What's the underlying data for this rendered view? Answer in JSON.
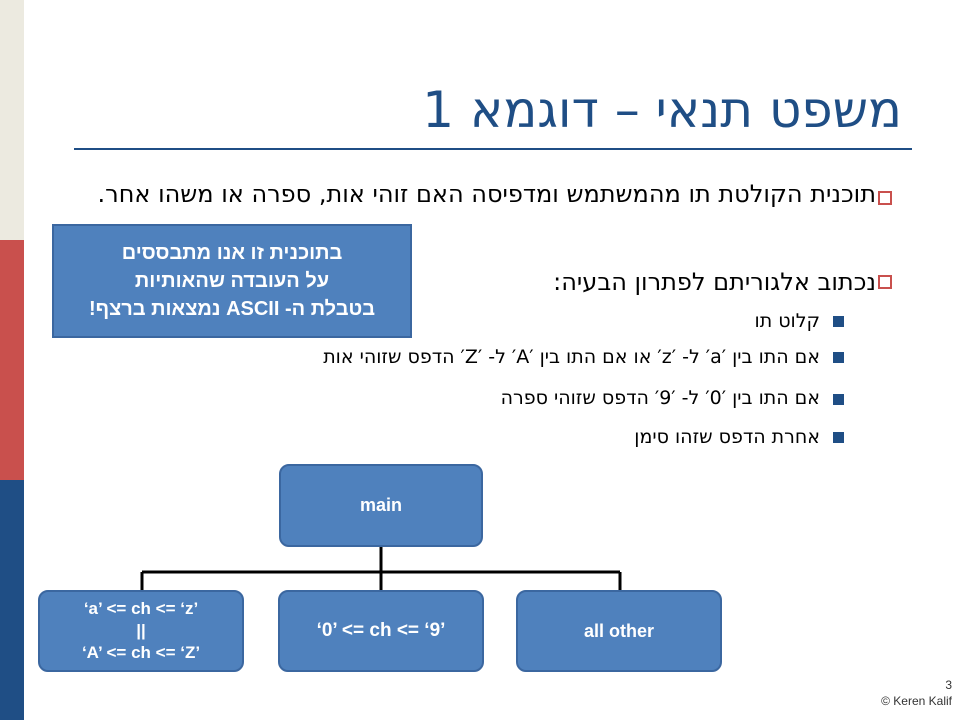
{
  "slide": {
    "title": "משפט תנאי – דוגמא 1",
    "bullets": [
      {
        "text": "תוכנית הקולטת תו מהמשתמש ומדפיסה האם זוהי אות, ספרה או משהו אחר."
      },
      {
        "text": "נכתוב אלגוריתם לפתרון הבעיה:"
      }
    ],
    "sub_bullets": [
      {
        "text": "קלוט תו"
      },
      {
        "text": "אם התו בין ′a′ ל- ′z′ או אם התו בין ′A′ ל- ′Z′ הדפס שזוהי אות"
      },
      {
        "text": "אם התו בין ′0′ ל- ′9′ הדפס שזוהי ספרה"
      },
      {
        "text": "אחרת הדפס שזהו סימן"
      }
    ],
    "callout": {
      "lines": [
        "בתוכנית זו אנו מתבססים",
        "על העובדה שהאותיות",
        "בטבלת ה- ASCII נמצאות ברצף!"
      ]
    },
    "diagram": {
      "root": "main",
      "children": [
        {
          "lines": [
            "‘a’ <= ch <= ‘z’",
            "||",
            "‘A’ <= ch <= ‘Z’"
          ]
        },
        {
          "lines": [
            "‘0’ <= ch <= ‘9’"
          ]
        },
        {
          "lines": [
            "all other"
          ]
        }
      ]
    },
    "page_number": "3",
    "copyright": "© Keren Kalif",
    "colors": {
      "title": "#1f4e85",
      "box_fill": "#4f81bd",
      "accent_red": "#c9504d"
    }
  }
}
